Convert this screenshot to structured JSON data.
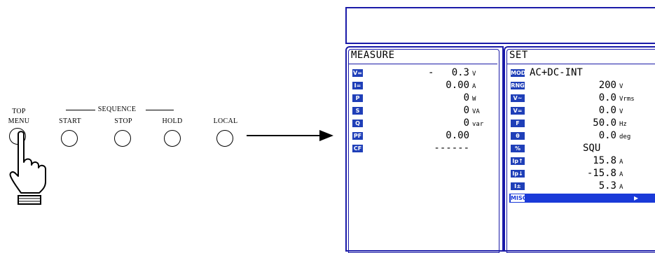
{
  "front_panel": {
    "top_menu_label_1": "TOP",
    "top_menu_label_2": "MENU",
    "sequence_label": "SEQUENCE",
    "start_label": "START",
    "stop_label": "STOP",
    "hold_label": "HOLD",
    "local_label": "LOCAL"
  },
  "measure": {
    "title": "MEASURE",
    "rows": [
      {
        "icon": "V=",
        "value": "-   0.3",
        "unit": "V"
      },
      {
        "icon": "I=",
        "value": "0.00",
        "unit": "A"
      },
      {
        "icon": "P",
        "value": "0",
        "unit": "W"
      },
      {
        "icon": "S",
        "value": "0",
        "unit": "VA"
      },
      {
        "icon": "Q",
        "value": "0",
        "unit": "var"
      },
      {
        "icon": "PF",
        "value": "0.00",
        "unit": ""
      },
      {
        "icon": "CF",
        "value": "------",
        "unit": ""
      }
    ]
  },
  "set": {
    "title": "SET",
    "rows": [
      {
        "icon": "MOD",
        "value": "AC+DC-INT",
        "unit": ""
      },
      {
        "icon": "RNG",
        "value": "200",
        "unit": "V"
      },
      {
        "icon": "V~",
        "value": "0.0",
        "unit": "Vrms"
      },
      {
        "icon": "V=",
        "value": "0.0",
        "unit": "V"
      },
      {
        "icon": "F",
        "value": "50.0",
        "unit": "Hz"
      },
      {
        "icon": "θ",
        "value": "0.0",
        "unit": "deg"
      },
      {
        "icon": "%",
        "value": "SQU",
        "unit": ""
      },
      {
        "icon": "Ip↑",
        "value": "15.8",
        "unit": "A"
      },
      {
        "icon": "Ip↓",
        "value": "-15.8",
        "unit": "A"
      },
      {
        "icon": "I±",
        "value": "5.3",
        "unit": "A"
      }
    ],
    "selected_row": {
      "icon": "MISC",
      "arrow": "▸"
    }
  },
  "colors": {
    "lcd_border": "#1a1aa8",
    "icon_bg": "#1f3fb8",
    "selected_bg": "#1a3ad8"
  }
}
